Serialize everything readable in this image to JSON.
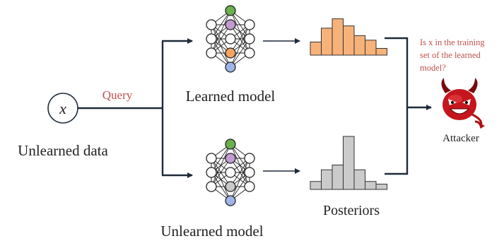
{
  "input": {
    "symbol": "x",
    "label": "Unlearned data"
  },
  "query_label": "Query",
  "models": {
    "learned": {
      "label": "Learned model",
      "highlight_colors": [
        "#6ab04c",
        "#c39bd3",
        "#f4a460",
        "#9fb4e8"
      ]
    },
    "unlearned": {
      "label": "Unlearned model",
      "highlight_colors": [
        "#6ab04c",
        "#c39bd3",
        "#c9c9c9",
        "#9fb4e8"
      ]
    }
  },
  "posteriors": {
    "label": "Posteriors",
    "learned": {
      "color": "#f7b27a",
      "values": [
        0.35,
        0.72,
        0.97,
        0.78,
        0.52,
        0.4,
        0.18
      ]
    },
    "unlearned": {
      "color": "#cbcbcb",
      "values": [
        0.15,
        0.37,
        0.46,
        1.0,
        0.37,
        0.15,
        0.1
      ]
    }
  },
  "attacker": {
    "label": "Attacker",
    "question": [
      "Is x in the training",
      "set of the learned",
      "model?"
    ],
    "icon": "devil-icon"
  },
  "colors": {
    "query": "#c0504d",
    "question": "#c0504d",
    "line": "#1e2a3a"
  }
}
